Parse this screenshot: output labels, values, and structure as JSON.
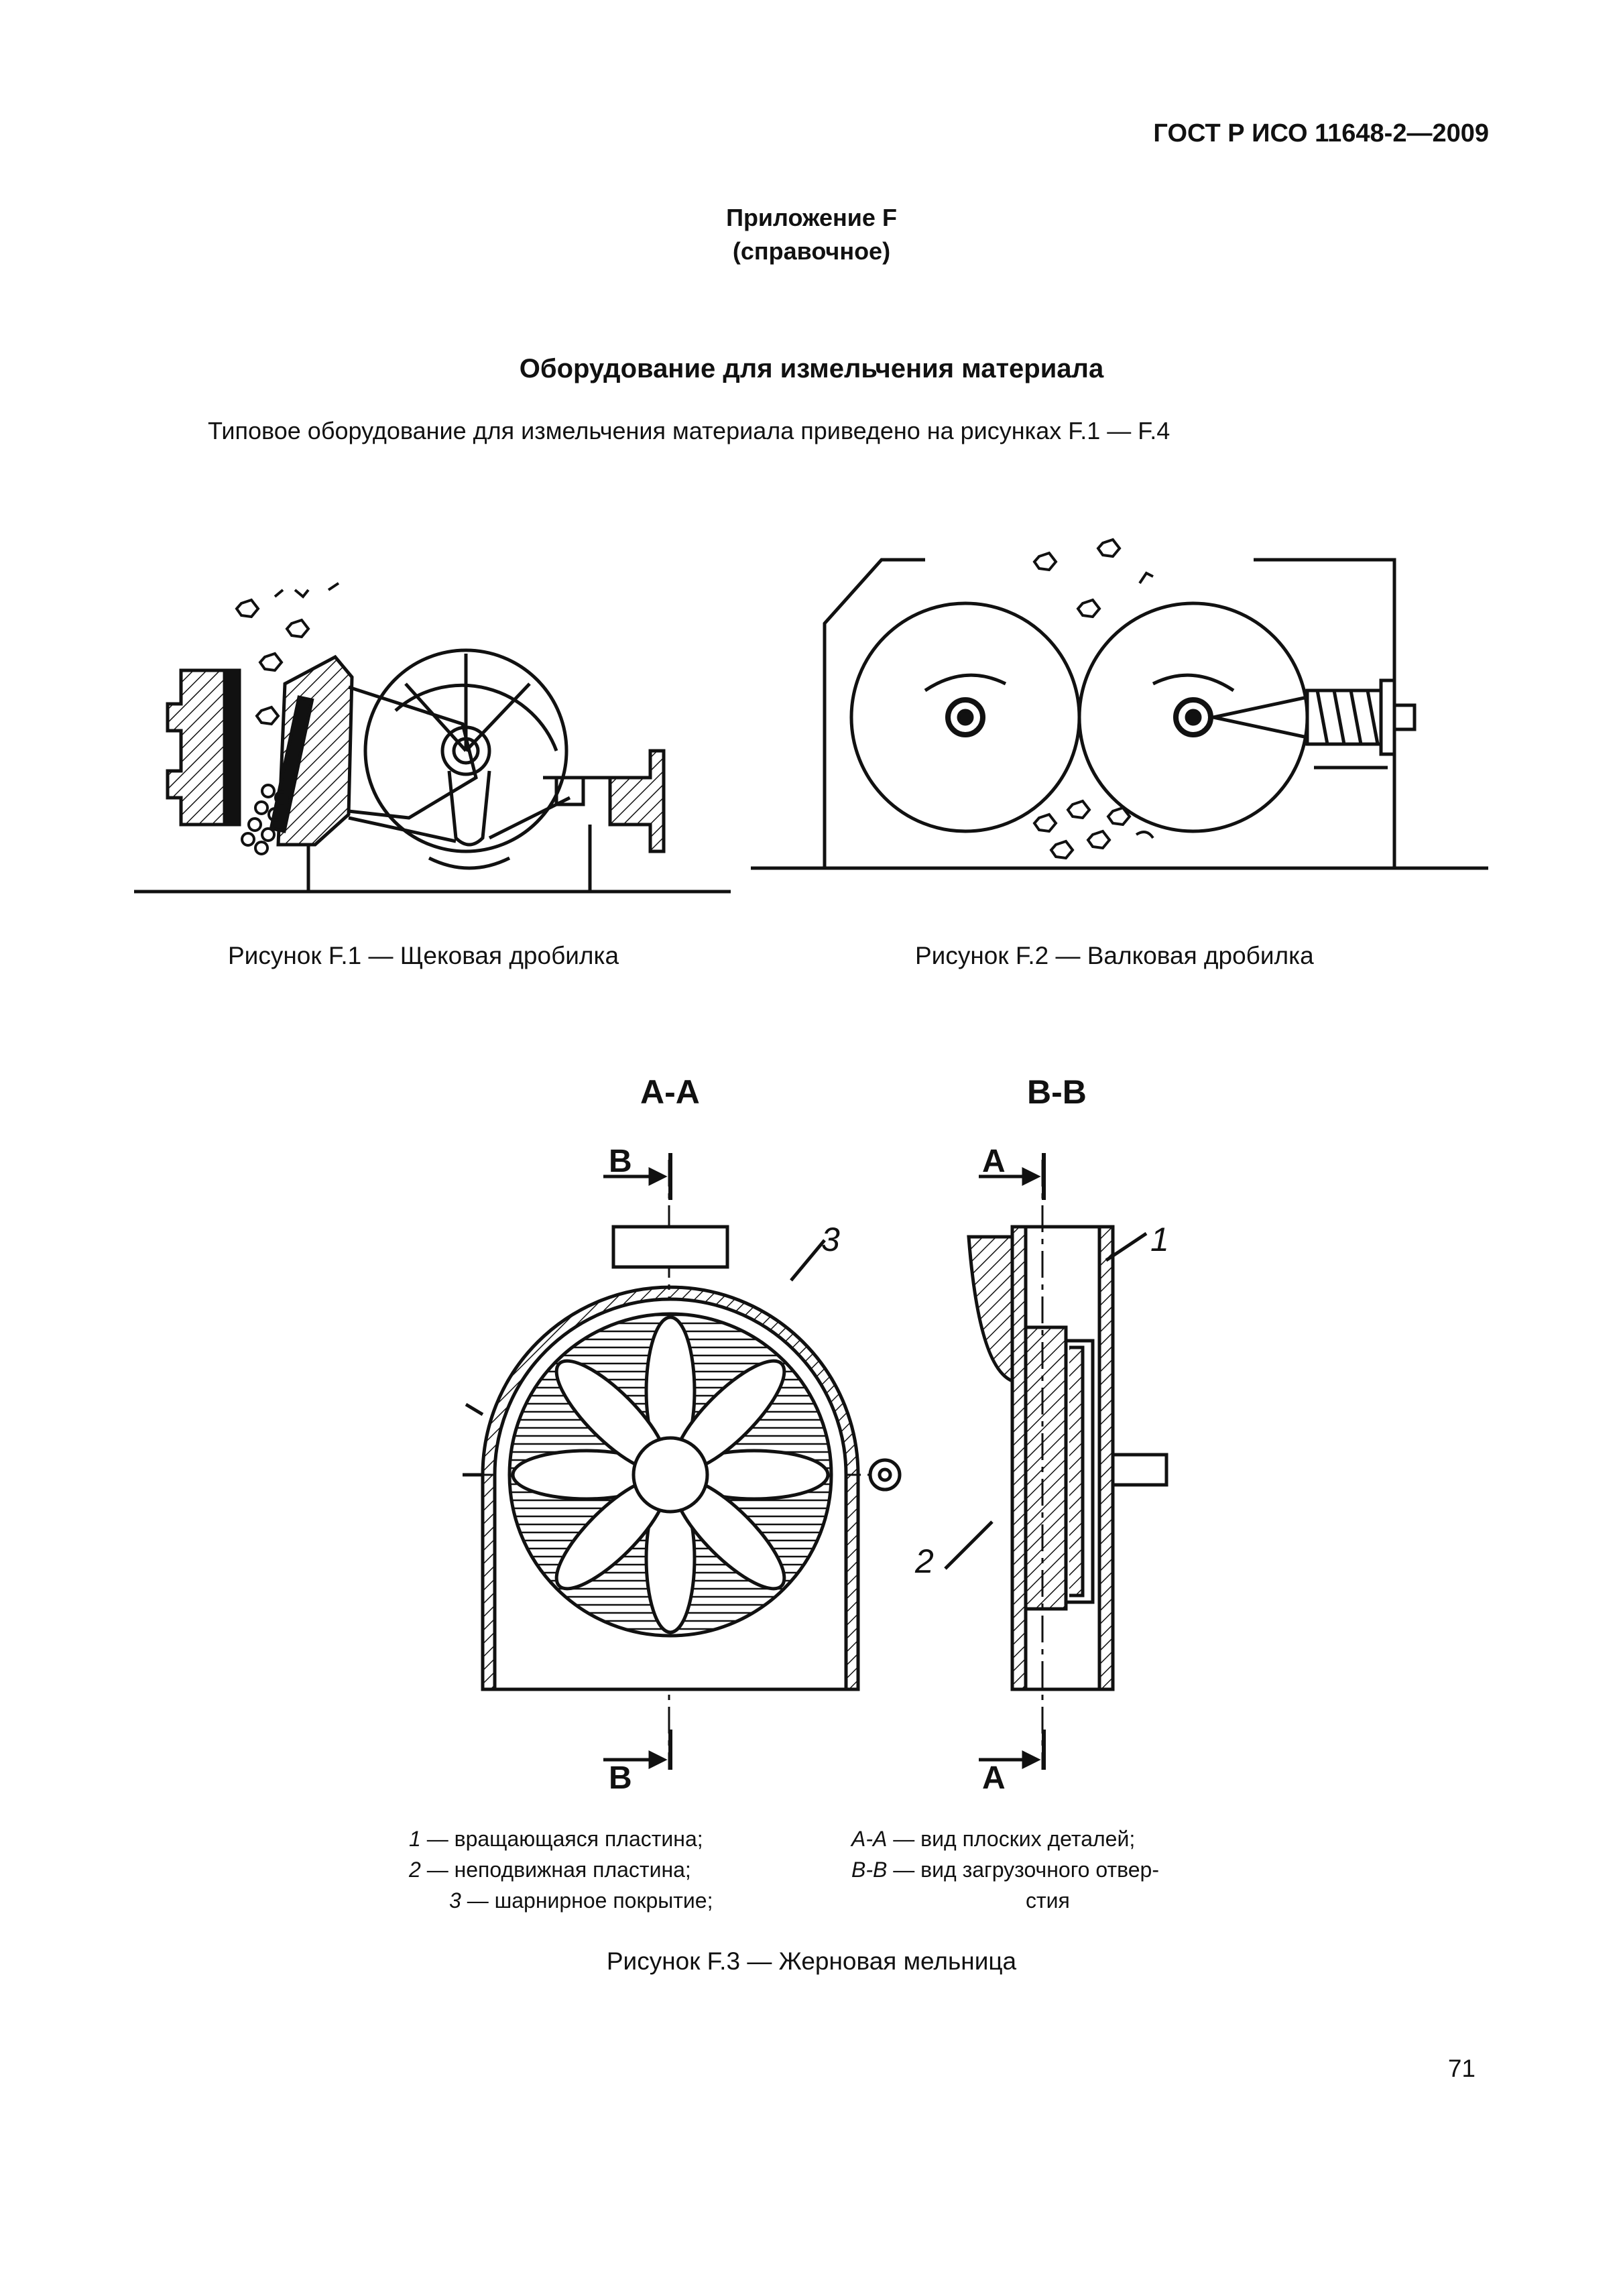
{
  "header": {
    "standard": "ГОСТ Р ИСО 11648-2—2009"
  },
  "annex": {
    "title": "Приложение F",
    "type": "(справочное)"
  },
  "section_title": "Оборудование для измельчения материала",
  "intro_text": "Типовое оборудование для измельчения материала приведено на рисунках F.1 — F.4",
  "figures": {
    "f1_caption": "Рисунок F.1 — Щековая дробилка",
    "f2_caption": "Рисунок F.2 — Валковая дробилка",
    "f3_caption": "Рисунок F.3 — Жерновая мельница",
    "f3_section_aa": "А-А",
    "f3_section_bb": "В-В",
    "f3_marker_b": "В",
    "f3_marker_a": "А",
    "f3_callouts": [
      "1",
      "2",
      "3"
    ]
  },
  "legend": {
    "left": [
      {
        "num": "1",
        "text": "— вращающаяся пластина;"
      },
      {
        "num": "2",
        "text": "— неподвижная пластина;"
      },
      {
        "num": "3",
        "text": "— шарнирное покрытие;"
      }
    ],
    "right": [
      {
        "key": "А-А",
        "text": "— вид плоских деталей;"
      },
      {
        "key": "В-В",
        "text": "— вид загрузочного отвер-"
      },
      {
        "key": "",
        "text": "стия"
      }
    ]
  },
  "page_number": "71"
}
